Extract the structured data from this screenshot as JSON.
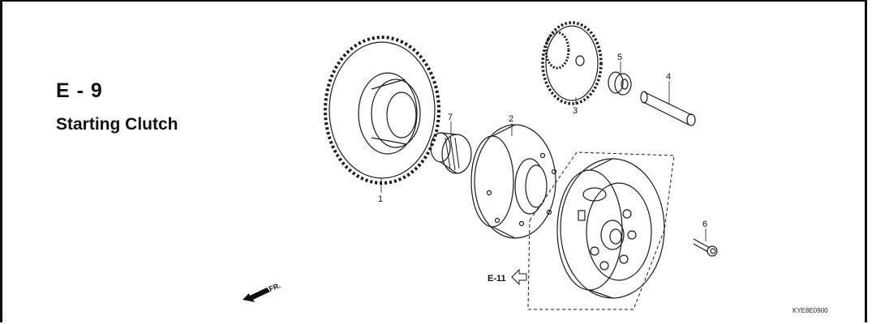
{
  "header": {
    "section_code": "E - 9",
    "section_title": "Starting Clutch"
  },
  "parts": [
    {
      "number": "1",
      "icon": "driven-gear-icon"
    },
    {
      "number": "2",
      "icon": "clutch-outer-icon"
    },
    {
      "number": "3",
      "icon": "idle-gear-icon"
    },
    {
      "number": "4",
      "icon": "shaft-icon"
    },
    {
      "number": "5",
      "icon": "bushing-icon"
    },
    {
      "number": "6",
      "icon": "bolt-icon"
    },
    {
      "number": "7",
      "icon": "one-way-clutch-icon"
    }
  ],
  "reference": {
    "label": "E-11",
    "icon": "reference-arrow-icon"
  },
  "front_indicator": {
    "label": "FR.",
    "icon": "front-arrow-icon"
  },
  "drawing_code": "KYE8E0900"
}
